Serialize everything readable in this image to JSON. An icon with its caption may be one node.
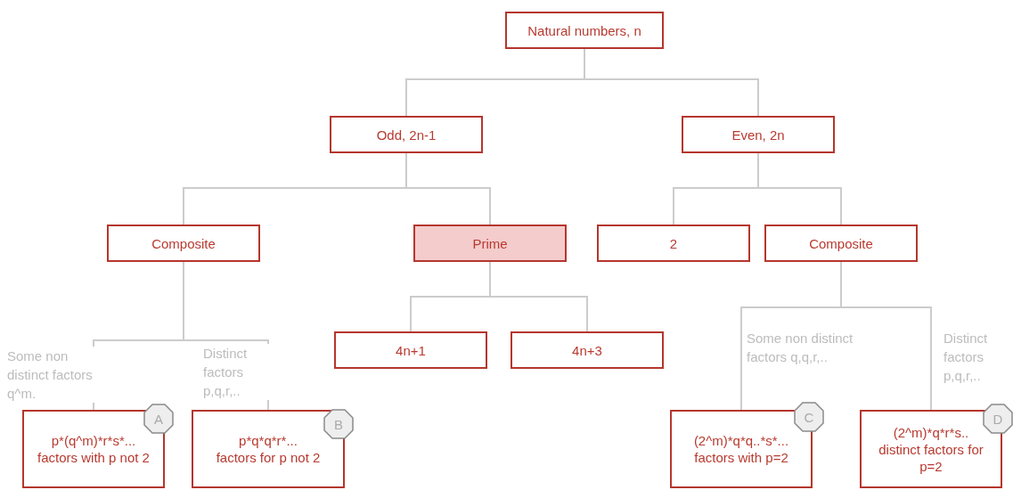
{
  "diagram": {
    "nodes": [
      {
        "text": [
          "Natural numbers, n"
        ]
      },
      {
        "text": [
          "Odd, 2n-1"
        ]
      },
      {
        "text": [
          "Even, 2n"
        ]
      },
      {
        "text": [
          "Composite"
        ]
      },
      {
        "text": [
          "Prime"
        ]
      },
      {
        "text": [
          "2"
        ]
      },
      {
        "text": [
          "Composite"
        ]
      },
      {
        "text": [
          "4n+1"
        ]
      },
      {
        "text": [
          "4n+3"
        ]
      },
      {
        "text": [
          "p*(q^m)*r*s*...",
          "factors with p not 2"
        ]
      },
      {
        "text": [
          "A"
        ]
      },
      {
        "text": [
          "p*q*q*r*...",
          "factors for p not 2"
        ]
      },
      {
        "text": [
          "B"
        ]
      },
      {
        "text": [
          "(2^m)*q*q..*s*...",
          "factors with p=2"
        ]
      },
      {
        "text": [
          "C"
        ]
      },
      {
        "text": [
          "(2^m)*q*r*s..",
          "distinct factors for p=2"
        ]
      },
      {
        "text": [
          "D"
        ]
      }
    ],
    "edges": [
      {
        "from": 0,
        "to": 1,
        "arrow": "none"
      },
      {
        "from": 0,
        "to": 2,
        "arrow": "none"
      },
      {
        "from": 1,
        "to": 3,
        "arrow": "none"
      },
      {
        "from": 1,
        "to": 4,
        "arrow": "none"
      },
      {
        "from": 2,
        "to": 5,
        "arrow": "none"
      },
      {
        "from": 2,
        "to": 6,
        "arrow": "none"
      },
      {
        "from": 4,
        "to": 7,
        "arrow": "none"
      },
      {
        "from": 4,
        "to": 8,
        "arrow": "none"
      },
      {
        "from": 3,
        "to": 9,
        "arrow": "none",
        "label": "Some non distinct factors q^m."
      },
      {
        "from": 3,
        "to": 11,
        "arrow": "none",
        "label": "Distinct factors p,q,r,.."
      },
      {
        "from": 6,
        "to": 13,
        "arrow": "none",
        "label": "Some non distinct factors q,q,r,.."
      },
      {
        "from": 6,
        "to": 15,
        "arrow": "none",
        "label": "Distinct factors p,q,r,.."
      }
    ]
  }
}
